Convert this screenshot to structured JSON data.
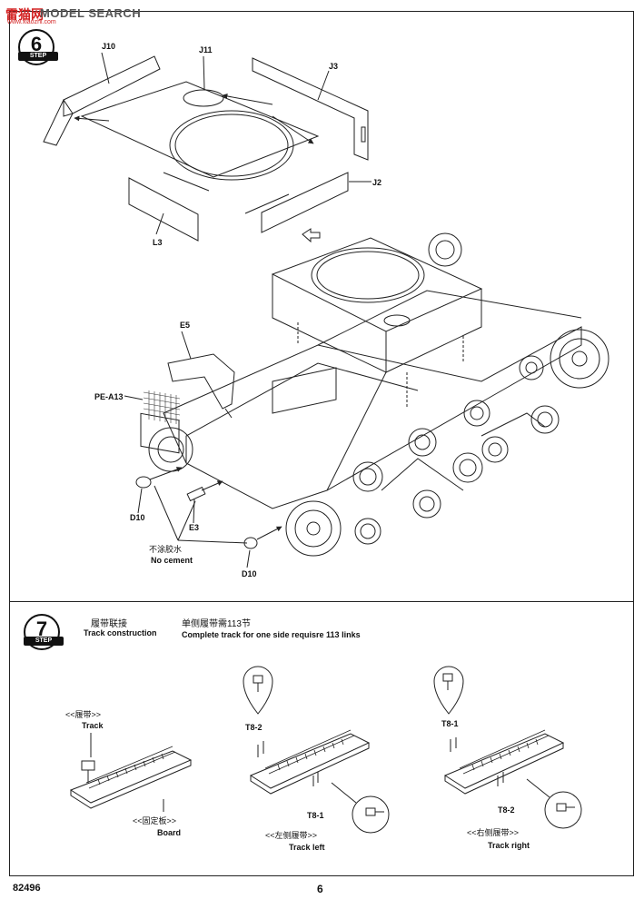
{
  "watermark": {
    "brand_cn": "雷猫网",
    "brand_en": "MODEL SEARCH",
    "sub": "www.xiaozhi.com"
  },
  "step6": {
    "number": "6",
    "tag": "STEP",
    "parts": {
      "j10": "J10",
      "j11": "J11",
      "j3": "J3",
      "j2": "J2",
      "l3": "L3",
      "e5": "E5",
      "pe_a13": "PE-A13",
      "d10_left": "D10",
      "e3": "E3",
      "d10_bottom": "D10"
    },
    "no_cement_cn": "不涂胶水",
    "no_cement_en": "No cement"
  },
  "step7": {
    "number": "7",
    "tag": "STEP",
    "title_cn": "履带联接",
    "title_en": "Track construction",
    "note_cn": "单侧履带需113节",
    "note_en": "Complete track for one side requisre 113 links",
    "track_label_cn": "<<履带>>",
    "track_label_en": "Track",
    "board_label_cn": "<<固定板>>",
    "board_label_en": "Board",
    "left": {
      "pin_top": "T8-2",
      "pin_bottom": "T8-1",
      "label_cn": "<<左侧履带>>",
      "label_en": "Track left"
    },
    "right": {
      "pin_top": "T8-1",
      "pin_bottom": "T8-2",
      "label_cn": "<<右侧履带>>",
      "label_en": "Track right"
    }
  },
  "footer": {
    "code": "82496",
    "page": "6"
  }
}
